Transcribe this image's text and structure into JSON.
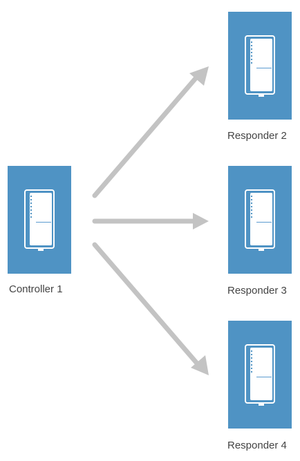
{
  "diagram": {
    "controller": {
      "label": "Controller 1"
    },
    "responders": [
      {
        "label": "Responder 2"
      },
      {
        "label": "Responder 3"
      },
      {
        "label": "Responder 4"
      }
    ],
    "colors": {
      "device": "#4f93c4",
      "arrow": "#c3c3c3",
      "text": "#444444"
    }
  }
}
